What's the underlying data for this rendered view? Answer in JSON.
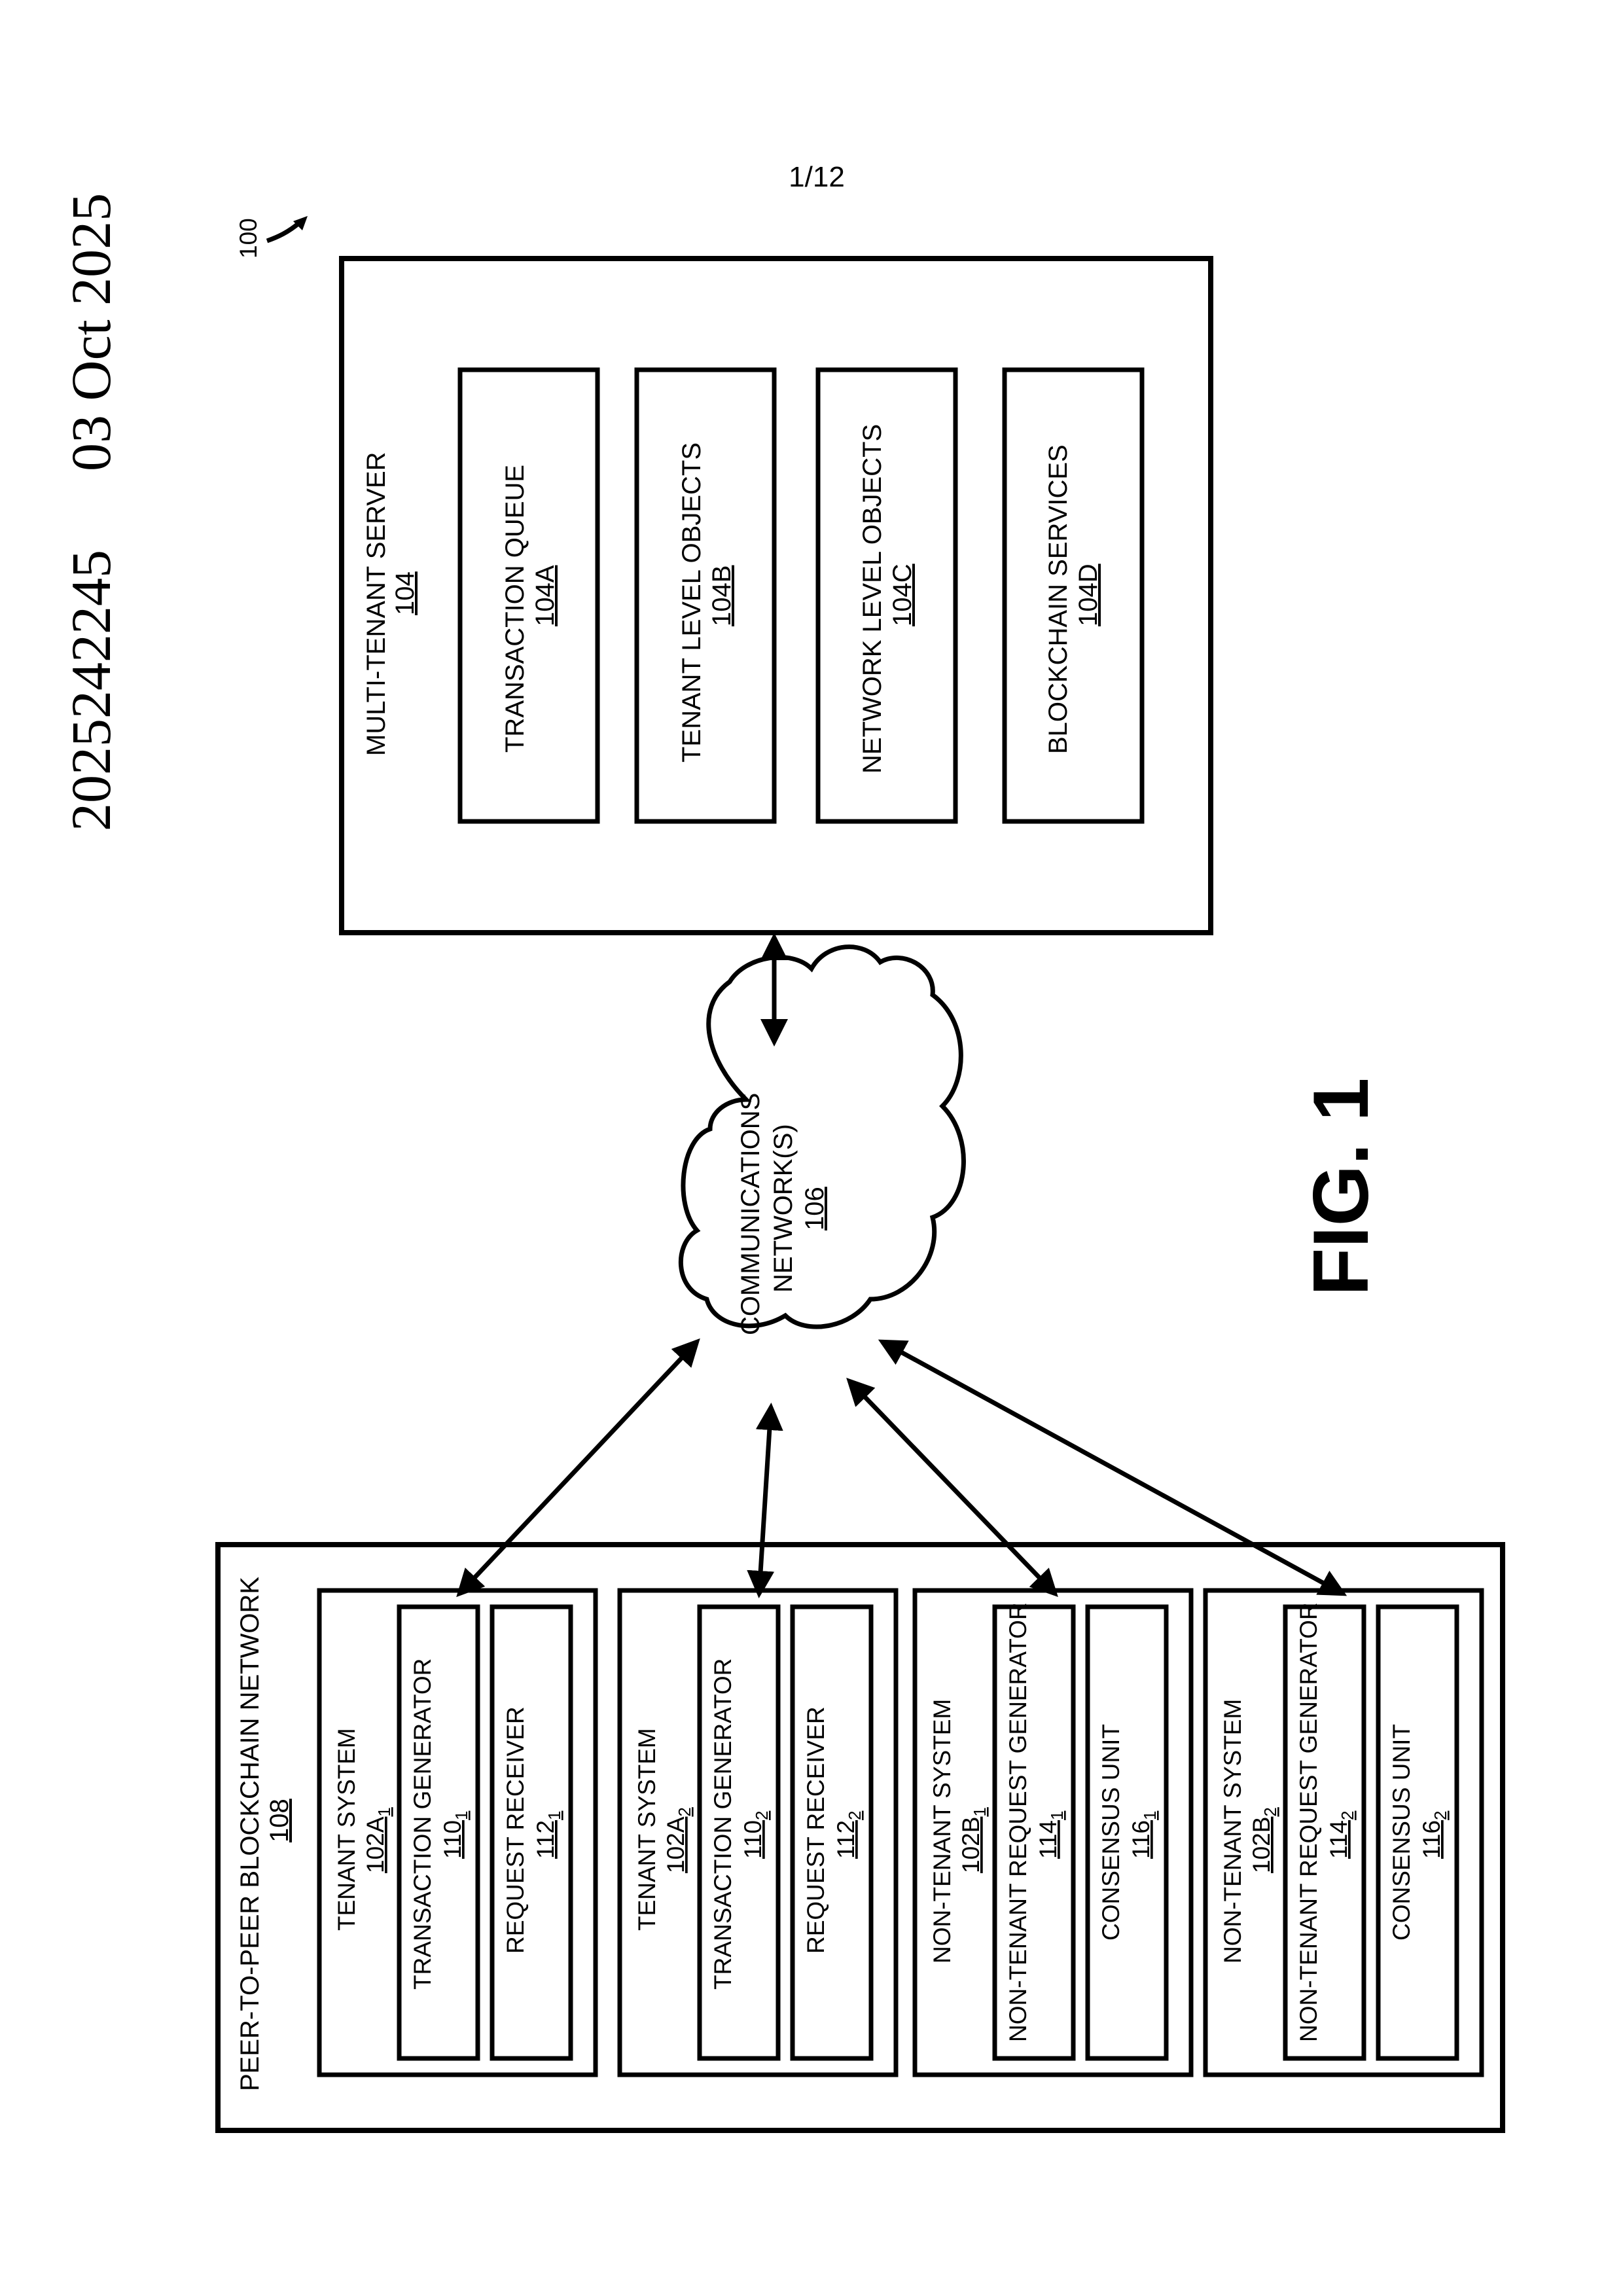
{
  "header": {
    "application_number": "2025242245",
    "date": "03 Oct 2025"
  },
  "page_number": "1/12",
  "figure_label": "FIG. 1",
  "system_ref": "100",
  "server": {
    "title": "MULTI-TENANT SERVER",
    "ref": "104",
    "components": [
      {
        "label": "TRANSACTION QUEUE",
        "ref": "104A"
      },
      {
        "label": "TENANT LEVEL OBJECTS",
        "ref": "104B"
      },
      {
        "label": "NETWORK LEVEL OBJECTS",
        "ref": "104C"
      },
      {
        "label": "BLOCKCHAIN SERVICES",
        "ref": "104D"
      }
    ]
  },
  "network": {
    "line1": "COMMUNICATIONS",
    "line2": "NETWORK(S)",
    "ref": "106"
  },
  "p2p": {
    "title": "PEER-TO-PEER BLOCKCHAIN NETWORK",
    "ref": "108",
    "systems": [
      {
        "title": "TENANT SYSTEM",
        "ref_base": "102A",
        "ref_sub": "1",
        "modules": [
          {
            "label": "TRANSACTION GENERATOR",
            "ref_base": "110",
            "ref_sub": "1"
          },
          {
            "label": "REQUEST RECEIVER",
            "ref_base": "112",
            "ref_sub": "1"
          }
        ]
      },
      {
        "title": "TENANT SYSTEM",
        "ref_base": "102A",
        "ref_sub": "2",
        "modules": [
          {
            "label": "TRANSACTION GENERATOR",
            "ref_base": "110",
            "ref_sub": "2"
          },
          {
            "label": "REQUEST RECEIVER",
            "ref_base": "112",
            "ref_sub": "2"
          }
        ]
      },
      {
        "title": "NON-TENANT SYSTEM",
        "ref_base": "102B",
        "ref_sub": "1",
        "modules": [
          {
            "label": "NON-TENANT REQUEST GENERATOR",
            "ref_base": "114",
            "ref_sub": "1"
          },
          {
            "label": "CONSENSUS UNIT",
            "ref_base": "116",
            "ref_sub": "1"
          }
        ]
      },
      {
        "title": "NON-TENANT SYSTEM",
        "ref_base": "102B",
        "ref_sub": "2",
        "modules": [
          {
            "label": "NON-TENANT REQUEST GENERATOR",
            "ref_base": "114",
            "ref_sub": "2"
          },
          {
            "label": "CONSENSUS UNIT",
            "ref_base": "116",
            "ref_sub": "2"
          }
        ]
      }
    ]
  }
}
